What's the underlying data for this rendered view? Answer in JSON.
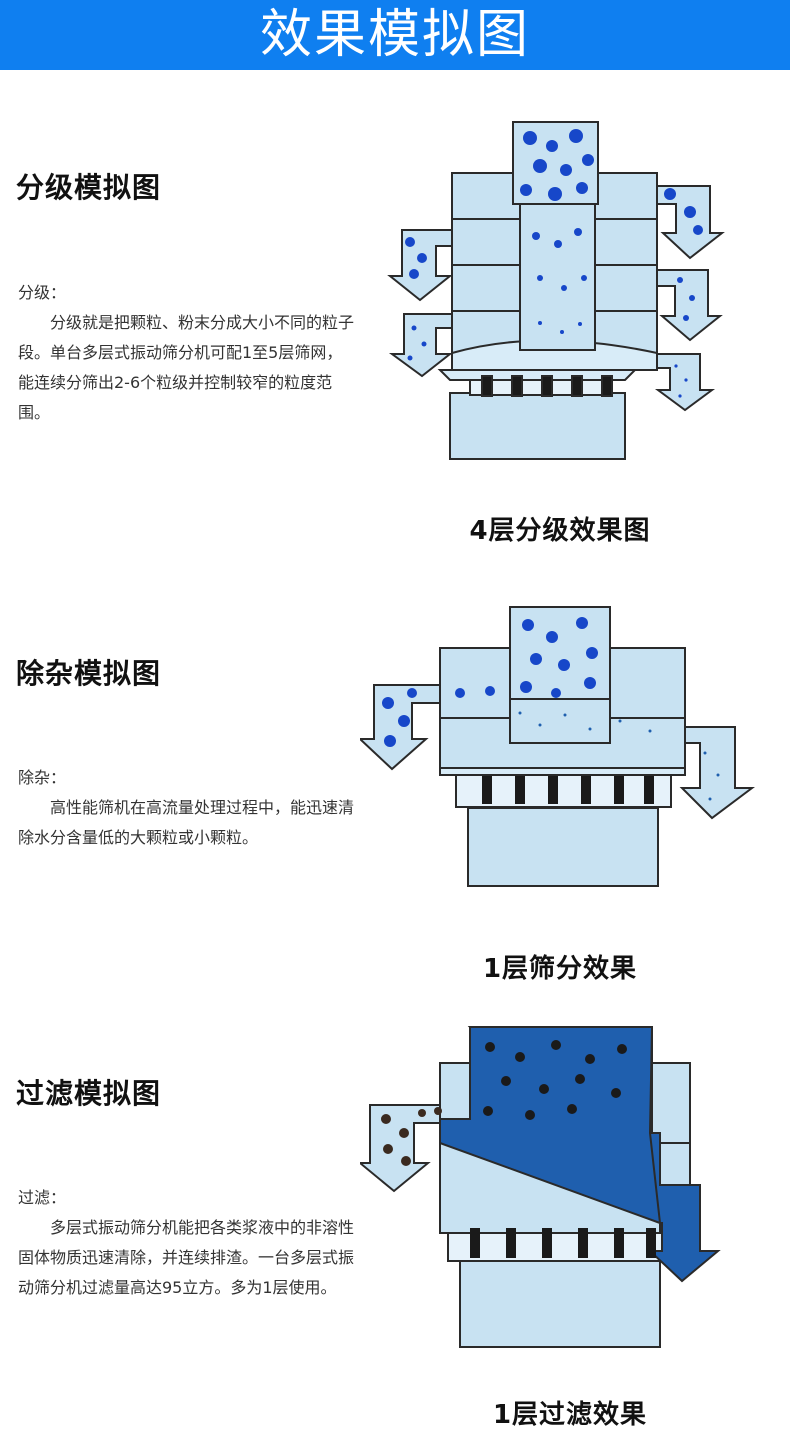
{
  "banner": {
    "title": "效果模拟图"
  },
  "sections": [
    {
      "title": "分级模拟图",
      "label": "分级：",
      "body": "分级就是把颗粒、粉末分成大小不同的粒子段。单台多层式振动筛分机可配1至5层筛网，能连续分筛出2-6个粒级并控制较窄的粒度范围。",
      "caption": "4层分级效果图"
    },
    {
      "title": "除杂模拟图",
      "label": "除杂：",
      "body": "高性能筛机在高流量处理过程中，能迅速清除水分含量低的大颗粒或小颗粒。",
      "caption": "1层筛分效果"
    },
    {
      "title": "过滤模拟图",
      "label": "过滤：",
      "body": "多层式振动筛分机能把各类浆液中的非溶性固体物质迅速清除，并连续排渣。一台多层式振动筛分机过滤量高达95立方。多为1层使用。",
      "caption": "1层过滤效果"
    }
  ],
  "colors": {
    "banner": "#0f7ff0",
    "machine_fill": "#c8e2f2",
    "machine_stroke": "#2a2a2a",
    "particle_blue": "#1747c9",
    "slurry_blue": "#1f5fae",
    "particle_dark": "#3a2a20"
  }
}
